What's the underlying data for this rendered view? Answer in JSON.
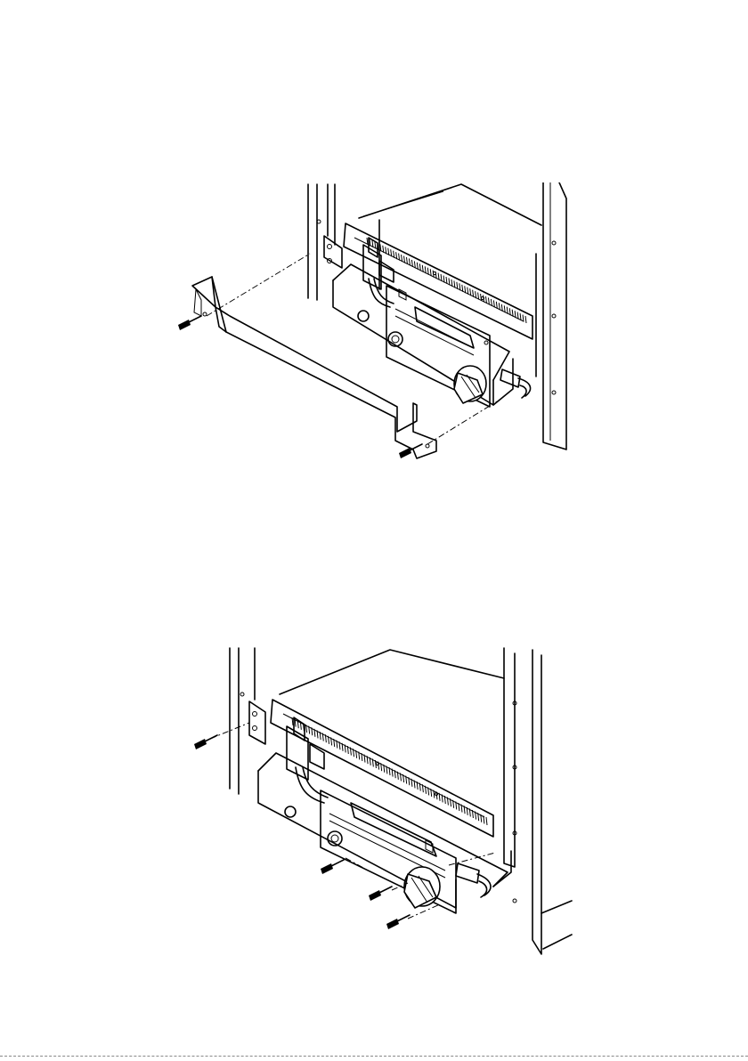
{
  "page": {
    "type": "installation-manual-illustrations"
  },
  "figures": [
    {
      "id": "fig1",
      "icon": "bracket-removal-diagram"
    },
    {
      "id": "fig2",
      "icon": "control-panel-screws-diagram"
    }
  ],
  "colors": {
    "line": "#000000",
    "background": "#ffffff"
  }
}
